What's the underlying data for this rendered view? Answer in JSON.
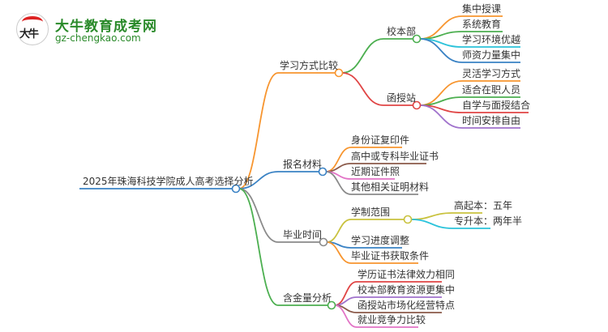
{
  "logo": {
    "name": "大牛教育成考网",
    "url": "gz-chengkao.com",
    "badge_text": "大牛"
  },
  "colors": {
    "orange": "#f7952f",
    "blue": "#3a82c4",
    "gray": "#8a8a8a",
    "green": "#4caf50",
    "red": "#e04545",
    "cyan": "#2cc3da",
    "purple": "#a072cc",
    "brown": "#8b5a4a",
    "pink": "#e274c6",
    "olive": "#c9c23e"
  },
  "root": {
    "label": "2025年珠海科技学院成人高考选择分析",
    "branches": [
      {
        "label": "学习方式比较",
        "children": [
          {
            "label": "校本部",
            "children": [
              {
                "label": "集中授课"
              },
              {
                "label": "系统教育"
              },
              {
                "label": "学习环境优越"
              },
              {
                "label": "师资力量集中"
              }
            ]
          },
          {
            "label": "函授站",
            "children": [
              {
                "label": "灵活学习方式"
              },
              {
                "label": "适合在职人员"
              },
              {
                "label": "自学与面授结合"
              },
              {
                "label": "时间安排自由"
              }
            ]
          }
        ]
      },
      {
        "label": "报名材料",
        "children": [
          {
            "label": "身份证复印件"
          },
          {
            "label": "高中或专科毕业证书"
          },
          {
            "label": "近期证件照"
          },
          {
            "label": "其他相关证明材料"
          }
        ]
      },
      {
        "label": "毕业时间",
        "children": [
          {
            "label": "学制范围",
            "children": [
              {
                "label": "高起本：五年"
              },
              {
                "label": "专升本：两年半"
              }
            ]
          },
          {
            "label": "学习进度调整"
          },
          {
            "label": "毕业证书获取条件"
          }
        ]
      },
      {
        "label": "含金量分析",
        "children": [
          {
            "label": "学历证书法律效力相同"
          },
          {
            "label": "校本部教育资源更集中"
          },
          {
            "label": "函授站市场化经营特点"
          },
          {
            "label": "就业竞争力比较"
          }
        ]
      }
    ]
  }
}
